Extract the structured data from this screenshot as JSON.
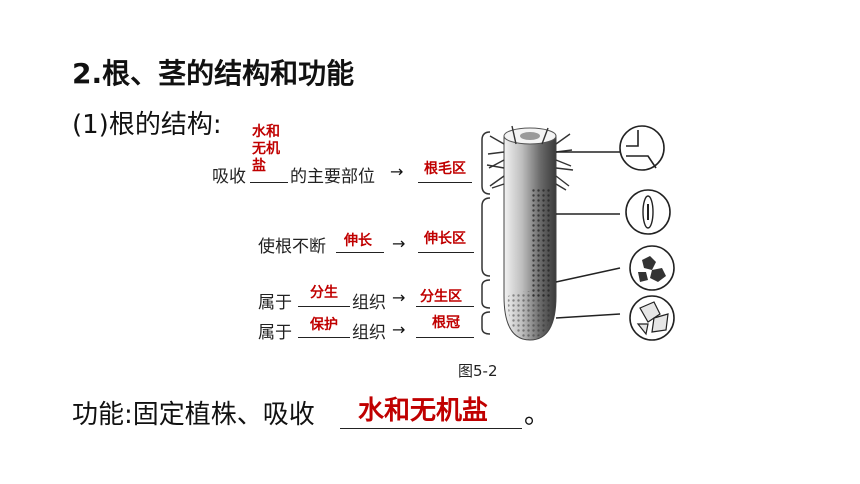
{
  "title": "2.根、茎的结构和功能",
  "subtitle": "(1)根的结构:",
  "diagram": {
    "row1": {
      "prefix": "吸收",
      "answer_lines": [
        "水和",
        "无机",
        "盐"
      ],
      "suffix": "的主要部位",
      "region": "根毛区"
    },
    "row2": {
      "prefix": "使根不断",
      "answer": "伸长",
      "region": "伸长区"
    },
    "row3": {
      "prefix": "属于",
      "answer": "分生",
      "suffix": "组织",
      "region": "分生区"
    },
    "row4": {
      "prefix": "属于",
      "answer": "保护",
      "suffix": "组织",
      "region": "根冠"
    },
    "arrow": "→",
    "caption": "图5-2"
  },
  "function": {
    "text": "功能:固定植株、吸收",
    "answer": "水和无机盐",
    "end": "。"
  },
  "colors": {
    "answer": "#c00000",
    "text": "#111111"
  }
}
